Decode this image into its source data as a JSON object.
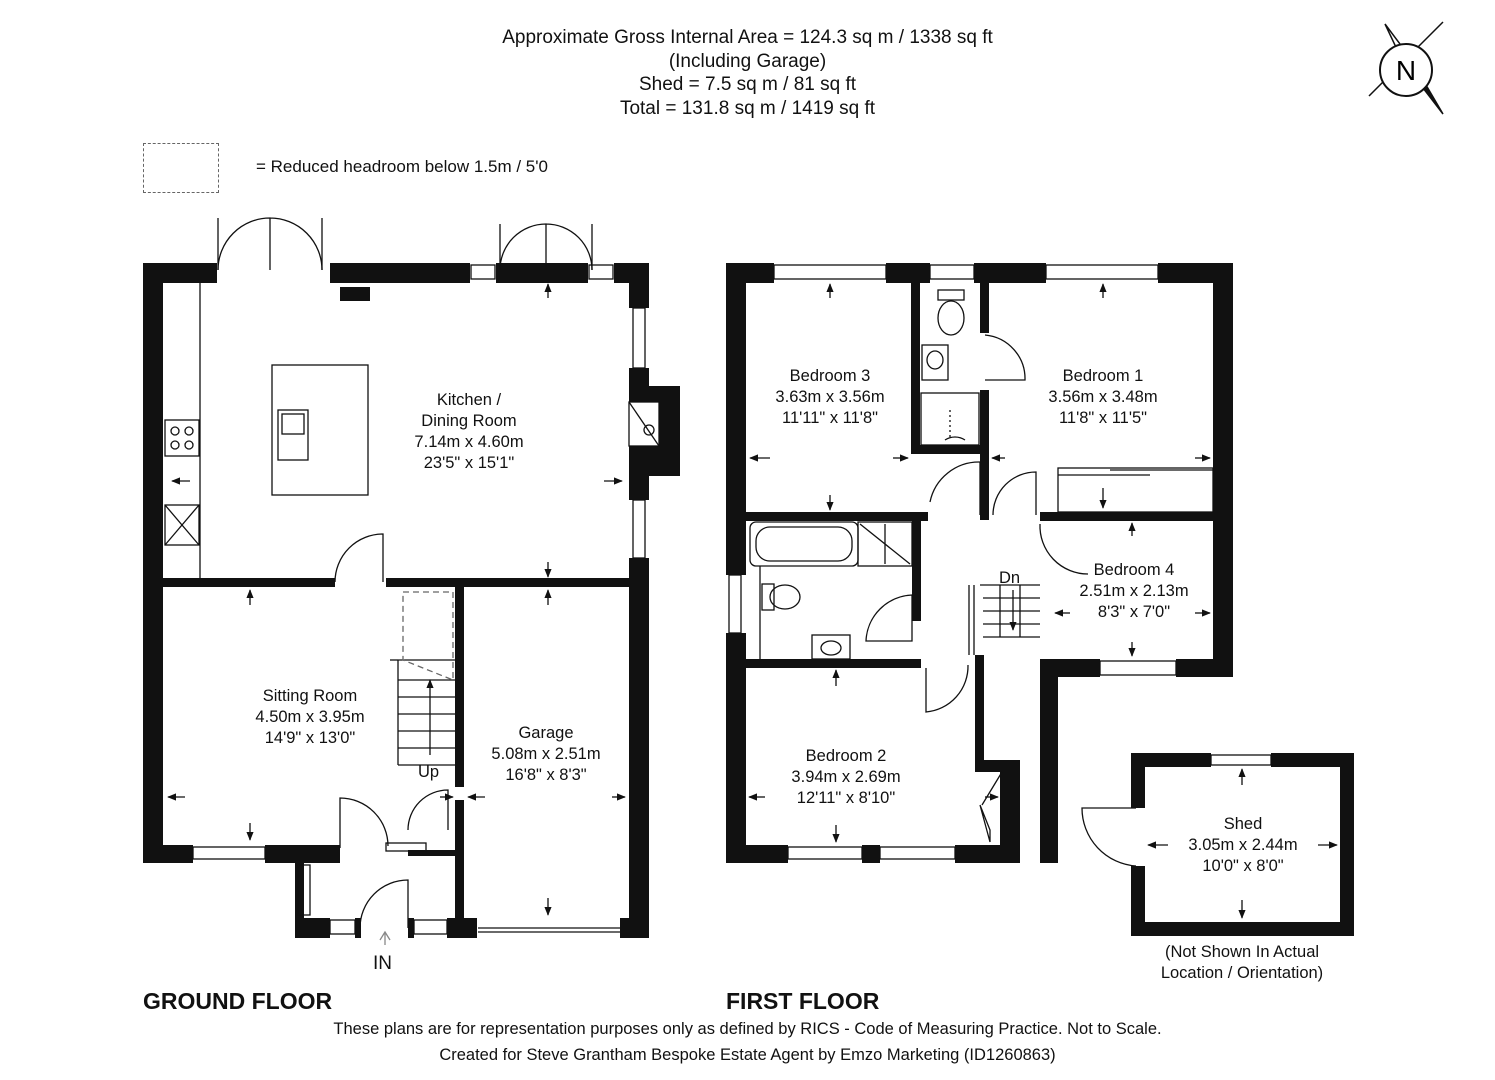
{
  "header": {
    "line1": "Approximate Gross Internal Area = 124.3 sq m / 1338 sq ft",
    "line2": "(Including Garage)",
    "line3": "Shed = 7.5 sq m / 81 sq ft",
    "line4": "Total = 131.8 sq m / 1419 sq ft"
  },
  "compass": {
    "letter": "N"
  },
  "legend": {
    "text": "= Reduced headroom below 1.5m / 5'0"
  },
  "ground_floor": {
    "label": "GROUND FLOOR",
    "rooms": {
      "kitchen": {
        "name1": "Kitchen /",
        "name2": "Dining Room",
        "metric": "7.14m x 4.60m",
        "imperial": "23'5\" x 15'1\""
      },
      "sitting": {
        "name": "Sitting Room",
        "metric": "4.50m x 3.95m",
        "imperial": "14'9\" x 13'0\""
      },
      "garage": {
        "name": "Garage",
        "metric": "5.08m x 2.51m",
        "imperial": "16'8\" x 8'3\""
      }
    },
    "up": "Up",
    "entrance": "IN"
  },
  "first_floor": {
    "label": "FIRST FLOOR",
    "rooms": {
      "bed3": {
        "name": "Bedroom 3",
        "metric": "3.63m x 3.56m",
        "imperial": "11'11\" x 11'8\""
      },
      "bed1": {
        "name": "Bedroom 1",
        "metric": "3.56m x 3.48m",
        "imperial": "11'8\" x 11'5\""
      },
      "bed4": {
        "name": "Bedroom 4",
        "metric": "2.51m x 2.13m",
        "imperial": "8'3\" x 7'0\""
      },
      "bed2": {
        "name": "Bedroom 2",
        "metric": "3.94m x 2.69m",
        "imperial": "12'11\" x 8'10\""
      }
    },
    "down": "Dn"
  },
  "shed": {
    "name": "Shed",
    "metric": "3.05m x 2.44m",
    "imperial": "10'0\" x 8'0\"",
    "note1": "(Not Shown In Actual",
    "note2": "Location / Orientation)"
  },
  "footer": {
    "line1": "These plans are for representation purposes only as defined by RICS - Code of Measuring Practice. Not to Scale.",
    "line2": "Created for Steve Grantham Bespoke Estate Agent by Emzo Marketing (ID1260863)"
  }
}
